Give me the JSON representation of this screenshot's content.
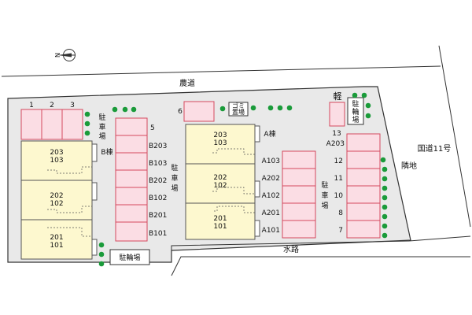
{
  "colors": {
    "site_fill": "#e9e9e9",
    "building_fill": "#fdf8cf",
    "building_stroke": "#555555",
    "parking_fill": "#fbdde4",
    "parking_stroke": "#d4495e",
    "tree_fill": "#1a9b3a",
    "line": "#333333",
    "text": "#111111"
  },
  "compass": {
    "letter": "N",
    "icon": "north-arrow-icon"
  },
  "roads": {
    "farm_road": "農道",
    "national_route": "国道11号",
    "waterway": "水路",
    "neighbor": "隣地"
  },
  "building_b": {
    "name": "B棟",
    "units": [
      {
        "top": "203",
        "bottom": "103"
      },
      {
        "top": "202",
        "bottom": "102"
      },
      {
        "top": "201",
        "bottom": "101"
      }
    ],
    "parking_top_labels": [
      "1",
      "2",
      "3"
    ],
    "side_column_label": "5",
    "side_column_slots": [
      "B203",
      "B103",
      "B202",
      "B102",
      "B201",
      "B101"
    ]
  },
  "building_a": {
    "name": "A棟",
    "units": [
      {
        "top": "203",
        "bottom": "103"
      },
      {
        "top": "202",
        "bottom": "102"
      },
      {
        "top": "201",
        "bottom": "101"
      }
    ],
    "column_slots": [
      "A103",
      "A202",
      "A102",
      "A201",
      "A101"
    ]
  },
  "parking": {
    "middle_label": "駐車場",
    "right_label": "駐車場",
    "left_vertical_label": "駐車場",
    "slot_6": "6",
    "slot_13": "13",
    "right_column_numbers": [
      "A203",
      "12",
      "11",
      "10",
      "8",
      "7"
    ]
  },
  "facilities": {
    "garbage": [
      "ゴミ",
      "置場"
    ],
    "bicycle_bottom": "駐輪場",
    "bicycle_top": [
      "駐",
      "輪",
      "場"
    ],
    "light_vehicle": "軽"
  }
}
